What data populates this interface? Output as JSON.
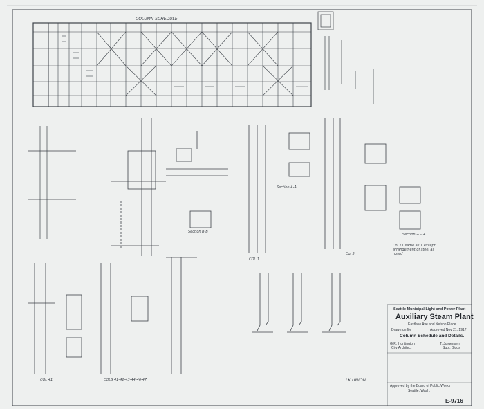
{
  "schedule": {
    "title": "COLUMN SCHEDULE"
  },
  "section_labels": {
    "bb": "Section B-B",
    "aa": "Section A-A",
    "sec_plus": "Section + - +",
    "col_5": "Col 5",
    "col_1": "COL 1",
    "col_41": "COL 41",
    "cols_bottom": "COLS 41-42-43-44-46-47",
    "lk_union": "LK UNION",
    "note_columns": "Col 11 same as 1 except arrangement of steel as noted"
  },
  "title_block": {
    "line1": "Seattle Municipal Light and Power Plant",
    "line2": "Auxiliary Steam Plant",
    "line3": "Eastlake Ave and Nelson Place",
    "drawn": "Drawn on file",
    "approved": "Approved Nov 21, 1917",
    "sheet_title": "Column Schedule and Details.",
    "engineer_left": "G.R. Huntington",
    "engineer_left_title": "City Architect",
    "engineer_right": "T. Jorgensen",
    "engineer_right_title": "Supt. Bldgs",
    "approval": "Approved by the Board of Public Works",
    "city": "Seattle, Wash.",
    "sheet_no": "E-9716"
  }
}
